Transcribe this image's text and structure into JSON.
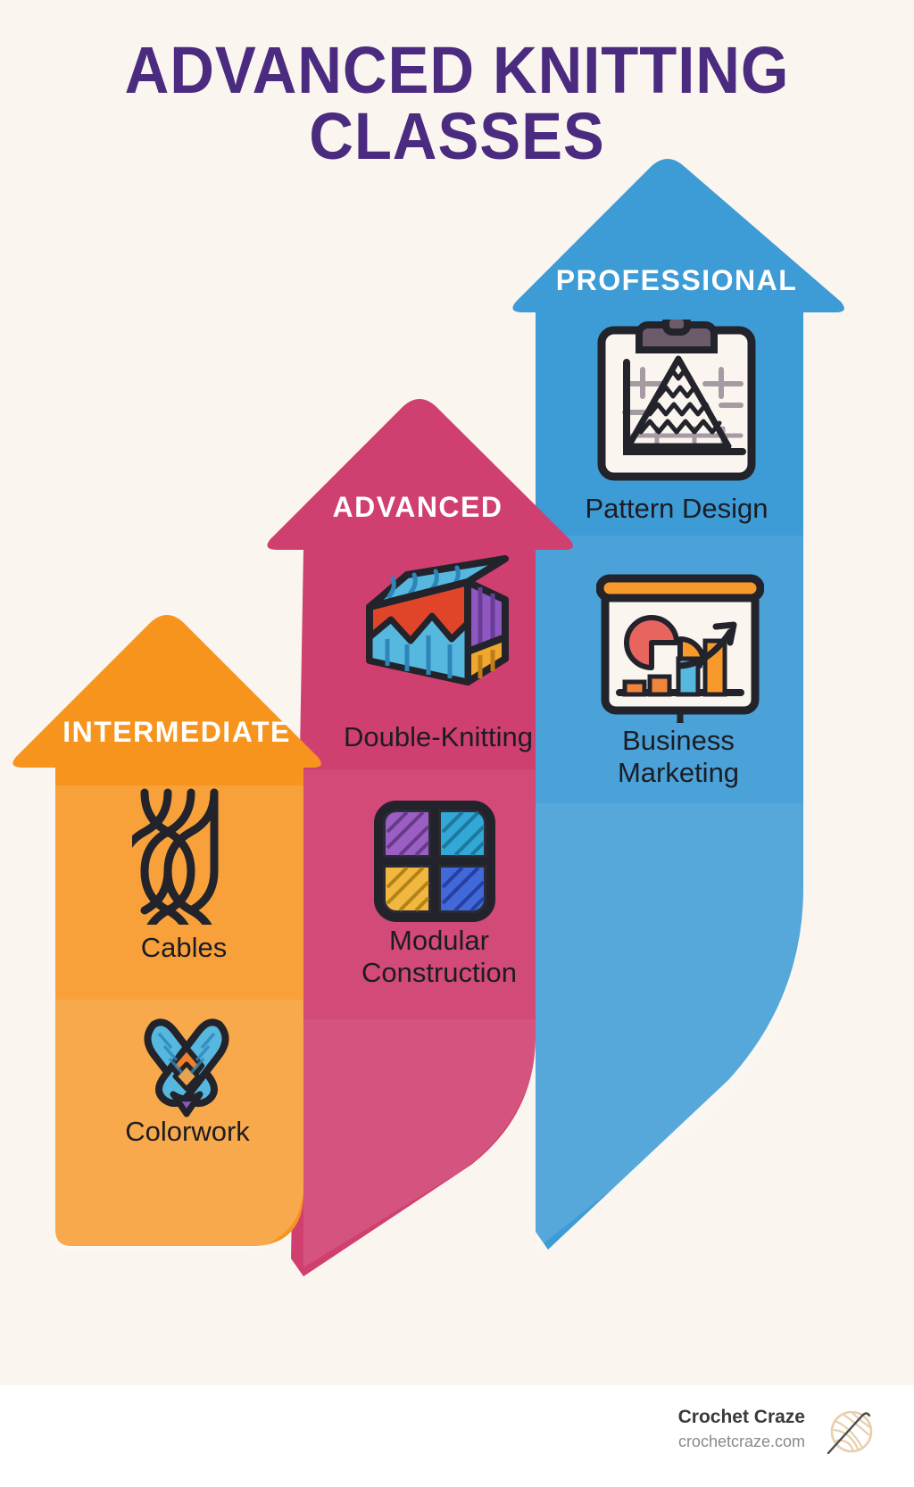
{
  "poster": {
    "title_lines": [
      "ADVANCED KNITTING",
      "CLASSES"
    ],
    "background_color": "#FAF5EF",
    "title_color": "#4A2B80"
  },
  "levels": [
    {
      "id": "intermediate",
      "label": "INTERMEDIATE",
      "color": "#F7941E",
      "color_light": "#FBB04B",
      "color_lighter": "#FDBF68",
      "items": [
        {
          "name": "Cables",
          "icon": "cable-braid-icon"
        },
        {
          "name": "Colorwork",
          "icon": "colorwork-stitch-icon"
        }
      ]
    },
    {
      "id": "advanced",
      "label": "ADVANCED",
      "color": "#CF3F70",
      "color_light": "#D25084",
      "color_lighter": "#DA5E93",
      "items": [
        {
          "name": "Double-Knitting",
          "icon": "knit-cube-icon"
        },
        {
          "name": "Modular\nConstruction",
          "icon": "modular-squares-icon"
        }
      ]
    },
    {
      "id": "professional",
      "label": "PROFESSIONAL",
      "color": "#3D9BD6",
      "color_light": "#55A8DC",
      "color_lighter": "#63B0E0",
      "items": [
        {
          "name": "Pattern Design",
          "icon": "clipboard-chart-icon"
        },
        {
          "name": "Business\nMarketing",
          "icon": "presentation-board-icon"
        }
      ]
    }
  ],
  "footer": {
    "brand_name": "Crochet Craze",
    "brand_url": "crochetcraze.com",
    "logo_icon": "yarn-ball-hook-icon",
    "logo_color": "#E8CFAE"
  }
}
